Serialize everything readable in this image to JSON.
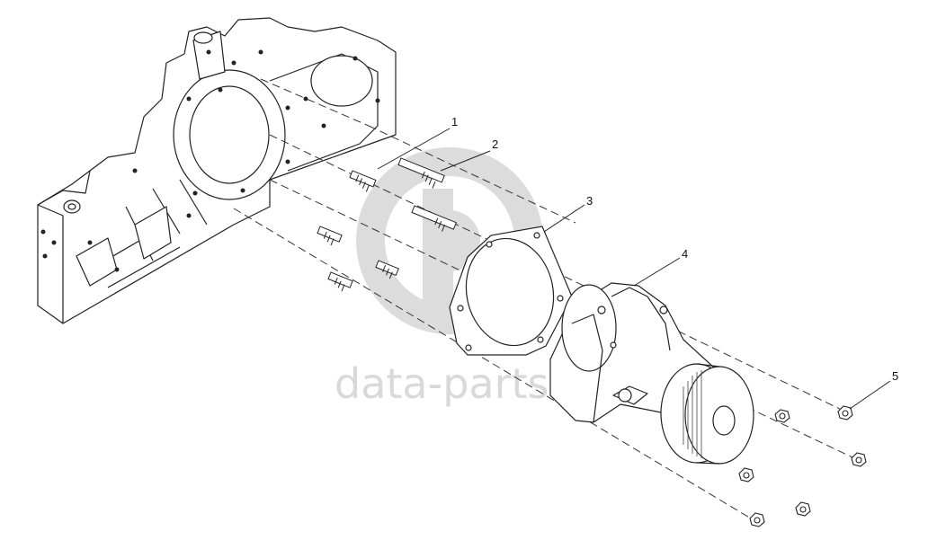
{
  "watermark": {
    "text": "data-parts",
    "color": "#d9d9d9"
  },
  "callouts": [
    {
      "id": "1",
      "label": "1"
    },
    {
      "id": "2",
      "label": "2"
    },
    {
      "id": "3",
      "label": "3"
    },
    {
      "id": "4",
      "label": "4"
    },
    {
      "id": "5",
      "label": "5"
    }
  ],
  "parts": {
    "stud_short": "stud",
    "stud_long": "stud",
    "gasket": "gasket",
    "water_pump": "water pump",
    "nut": "nut"
  }
}
